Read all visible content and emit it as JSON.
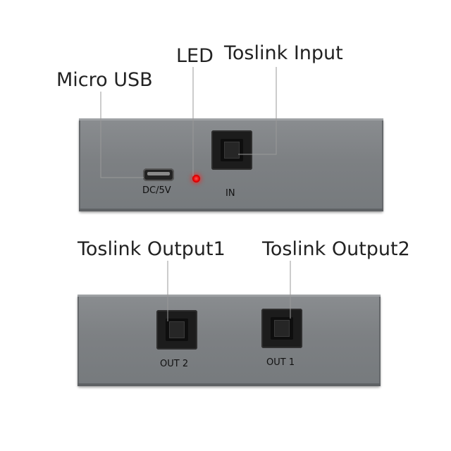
{
  "callouts": {
    "micro_usb": "Micro USB",
    "led": "LED",
    "toslink_input": "Toslink Input",
    "toslink_output1": "Toslink Output1",
    "toslink_output2": "Toslink Output2"
  },
  "top_panel": {
    "dc_label": "DC/5V",
    "in_label": "IN"
  },
  "bottom_panel": {
    "out2_label": "OUT 2",
    "out1_label": "OUT 1"
  },
  "colors": {
    "panel": "#7d8083",
    "led": "#e40000",
    "port": "#1c1c1c"
  }
}
